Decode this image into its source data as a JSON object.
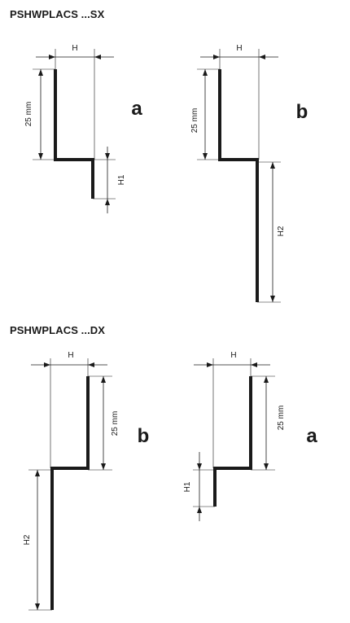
{
  "sections": {
    "sx": {
      "title": "PSHWPLACS ...SX"
    },
    "dx": {
      "title": "PSHWPLACS ...DX"
    }
  },
  "labels": {
    "width": "H",
    "height_25": "25 mm",
    "h1": "H1",
    "h2": "H2",
    "variant_a": "a",
    "variant_b": "b"
  }
}
